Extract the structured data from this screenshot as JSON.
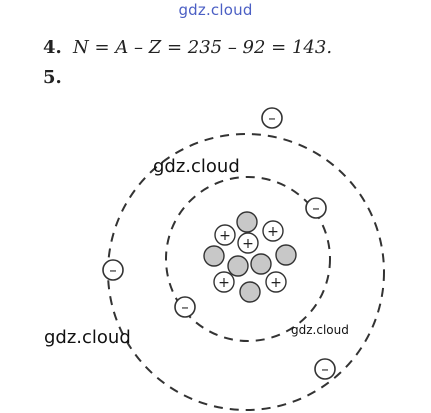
{
  "watermark": {
    "top": "gdz.cloud",
    "middle": "gdz.cloud",
    "left": "gdz.cloud",
    "small": "gdz.cloud"
  },
  "problems": [
    {
      "number": "4.",
      "text": "N = A – Z = 235 – 92 = 143."
    },
    {
      "number": "5.",
      "text": ""
    }
  ],
  "diagram": {
    "electron_symbol": "–",
    "proton_symbol": "+",
    "proton_count": 5,
    "neutron_count": 6,
    "inner_shell_electrons": 2,
    "outer_shell_electrons": 3,
    "colors": {
      "orbit": "#333333",
      "neutron_fill": "#c8c8c8",
      "proton_fill": "#ffffff"
    }
  }
}
